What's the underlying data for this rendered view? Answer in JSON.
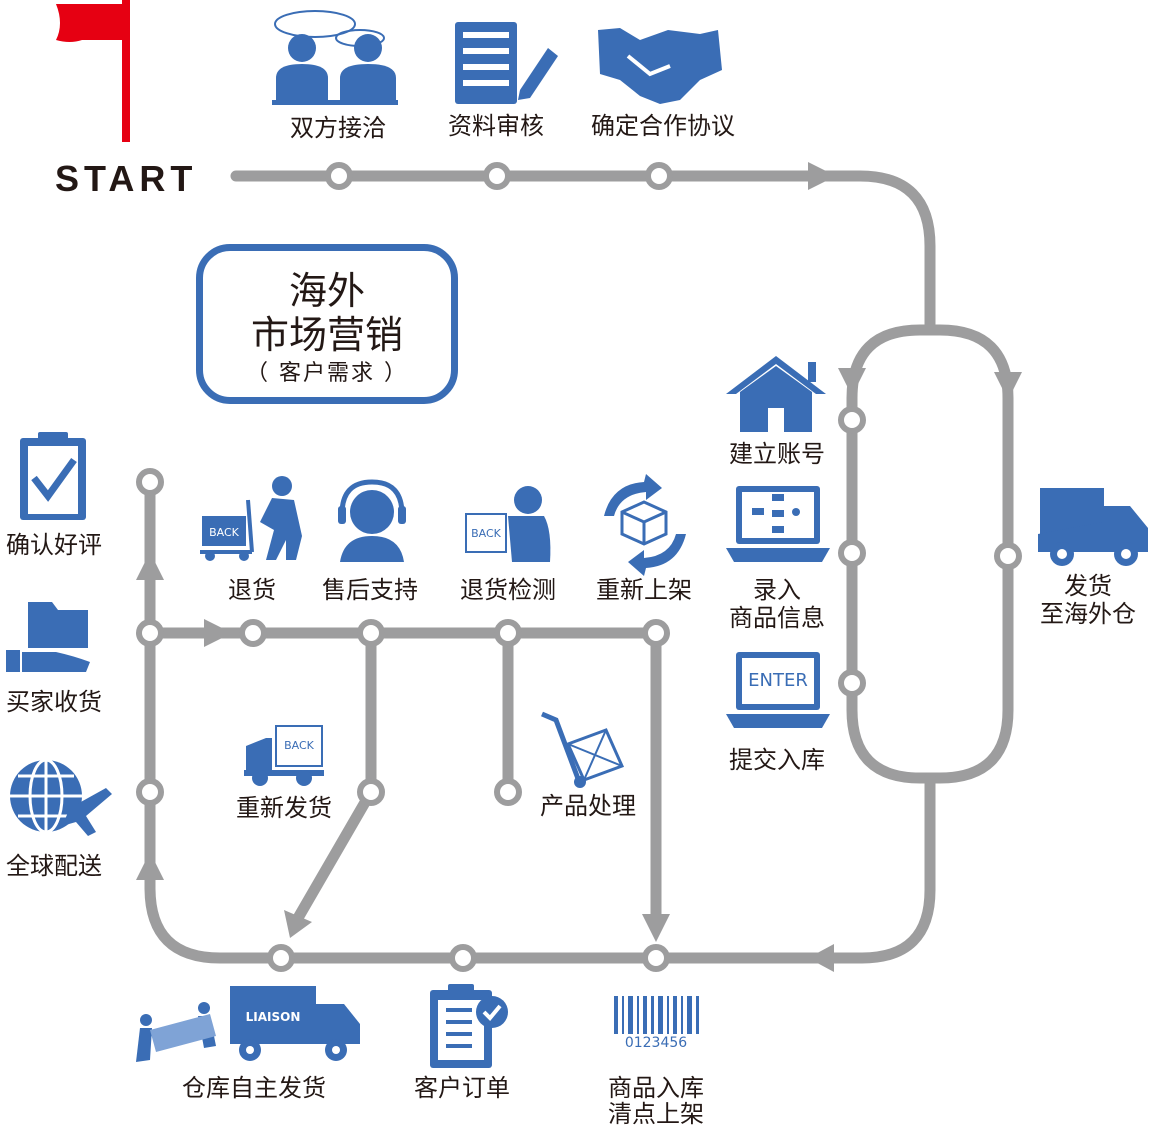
{
  "start_label": "START",
  "center": {
    "line1": "海外",
    "line2": "市场营销",
    "line3": "（ 客户需求 ）"
  },
  "steps_top": [
    "双方接洽",
    "资料审核",
    "确定合作协议"
  ],
  "steps_right_inner": {
    "account": "建立账号",
    "entry_1": "录入",
    "entry_2": "商品信息",
    "submit": "提交入库"
  },
  "steps_right_outer": {
    "ship_1": "发货",
    "ship_2": "至海外仓"
  },
  "steps_bottom": {
    "warehouse": "仓库自主发货",
    "order": "客户订单",
    "stock_1": "商品入库",
    "stock_2": "清点上架"
  },
  "steps_left": [
    "确认好评",
    "买家收货",
    "全球配送"
  ],
  "steps_middle": {
    "return": "退货",
    "support": "售后支持",
    "inspect": "退货检测",
    "relist": "重新上架",
    "reship": "重新发货",
    "process": "产品处理"
  },
  "icon_text": {
    "back": "BACK",
    "enter": "ENTER",
    "barcode": "0123456",
    "brand": "LIAISON"
  },
  "colors": {
    "track": "#9d9d9e",
    "accent": "#3a6db5",
    "flag": "#e60012",
    "text": "#231815"
  }
}
